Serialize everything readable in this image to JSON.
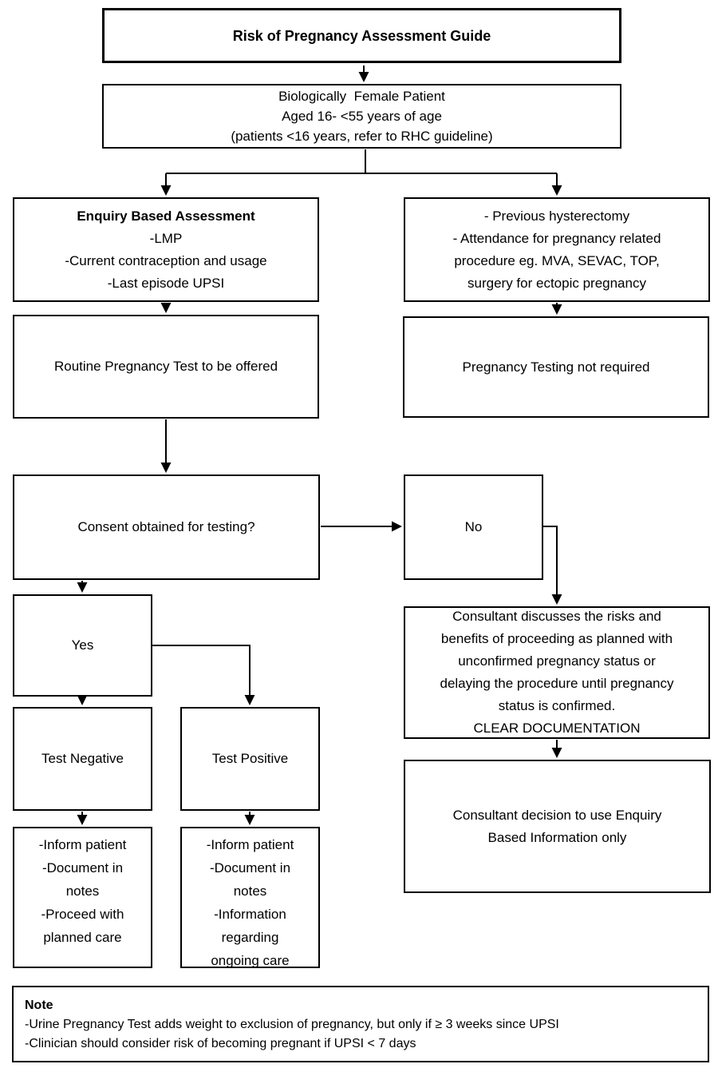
{
  "diagram": {
    "colors": {
      "background": "#ffffff",
      "line": "#000000",
      "text": "#000000"
    },
    "title_box": {
      "text": "Risk of Pregnancy Assessment Guide"
    },
    "patient_box": {
      "text": "Biologically  Female Patient\nAged 16- <55 years of age\n(patients <16 years, refer to RHC guideline)"
    },
    "enquiry_box": {
      "heading": "Enquiry Based Assessment",
      "body": "-LMP\n-Current contraception and usage\n-Last episode UPSI"
    },
    "exclusion_box": {
      "text": "- Previous hysterectomy\n- Attendance for pregnancy related\nprocedure eg. MVA, SEVAC, TOP,\nsurgery for ectopic pregnancy"
    },
    "routine_box": {
      "text": "Routine Pregnancy Test to be offered"
    },
    "no_test_box": {
      "text": "Pregnancy Testing not required"
    },
    "consent_box": {
      "text": "Consent obtained for testing?"
    },
    "no_box": {
      "text": "No"
    },
    "yes_box": {
      "text": "Yes"
    },
    "test_negative_box": {
      "text": "Test Negative"
    },
    "test_positive_box": {
      "text": "Test Positive"
    },
    "negative_actions_box": {
      "text": "-Inform patient\n-Document in\nnotes\n-Proceed with\nplanned care"
    },
    "positive_actions_box": {
      "text": "-Inform patient\n-Document in\nnotes\n-Information\nregarding\nongoing care"
    },
    "consultant_discussion_box": {
      "text": "Consultant discusses the risks and\nbenefits of proceeding as planned with\nunconfirmed pregnancy status or\ndelaying the procedure until pregnancy\nstatus is confirmed.\nCLEAR DOCUMENTATION"
    },
    "consultant_decision_box": {
      "text": "Consultant decision to use Enquiry\nBased Information only"
    },
    "note_box": {
      "heading": "Note",
      "body": "-Urine Pregnancy Test adds weight to exclusion of pregnancy, but only if ≥ 3 weeks since UPSI\n-Clinician should consider risk of becoming pregnant if UPSI < 7 days"
    }
  }
}
